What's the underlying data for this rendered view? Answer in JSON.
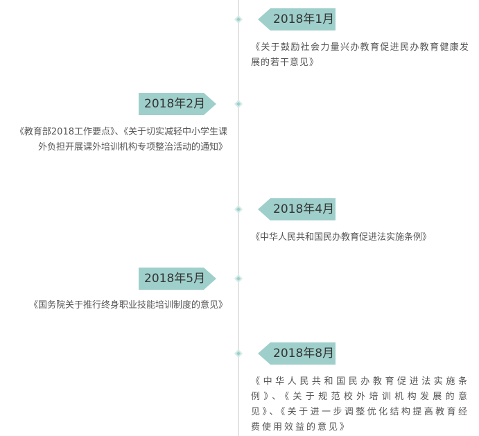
{
  "colors": {
    "tag_fill": "#9ecfcb",
    "axis": "#e3e3e3",
    "marker": "#b9ddd9",
    "text": "#555555",
    "date_text": "#333333"
  },
  "timeline": {
    "entries": [
      {
        "date": "2018年1月",
        "text": "《关于鼓励社会力量兴办教育促进民办教育健康发展的若干意见》"
      },
      {
        "date": "2018年2月",
        "text": "《教育部2018工作要点》、《关于切实减轻中小学生课外负担开展课外培训机构专项整治活动的通知》"
      },
      {
        "date": "2018年4月",
        "text": "《中华人民共和国民办教育促进法实施条例》"
      },
      {
        "date": "2018年5月",
        "text": "《国务院关于推行终身职业技能培训制度的意见》"
      },
      {
        "date": "2018年8月",
        "text": "《中华人民共和国民办教育促进法实施条例》、《关于规范校外培训机构发展的意见》、《关于进一步调整优化结构提高教育经费使用效益的意见》"
      }
    ]
  }
}
